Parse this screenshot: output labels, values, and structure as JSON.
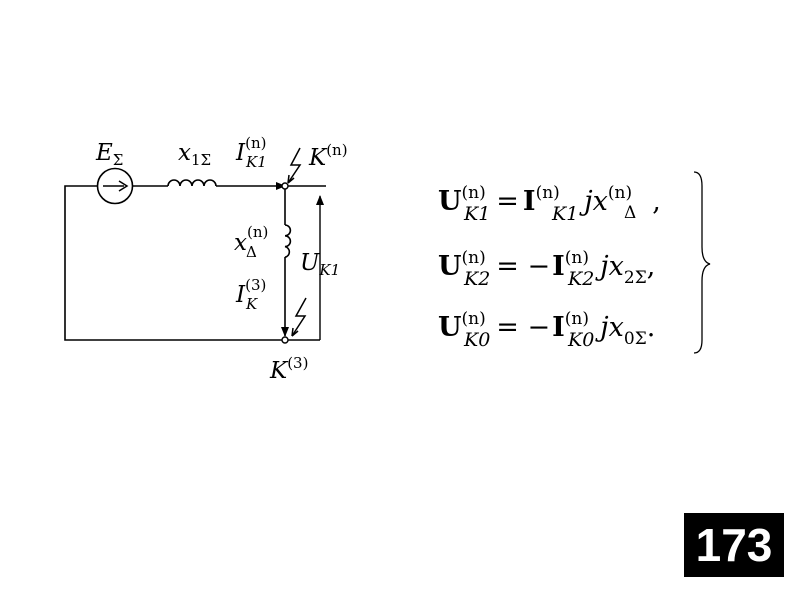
{
  "circuit": {
    "source": {
      "main": "E",
      "sub": "Σ"
    },
    "inductance1": {
      "main": "x",
      "sub": "1Σ"
    },
    "current1": {
      "main": "I",
      "sup": "(n)",
      "sub": "K1"
    },
    "fault_top": {
      "main": "K",
      "sup": "(n)"
    },
    "inductance_delta": {
      "main": "x",
      "sup": "(n)",
      "sub": "Δ"
    },
    "voltage": {
      "main": "U",
      "sub": "K1"
    },
    "current3": {
      "main": "I",
      "sup": "(3)",
      "sub": "K"
    },
    "fault_bottom": {
      "main": "K",
      "sup": "(3)"
    }
  },
  "equations": [
    {
      "lhs": "U",
      "lhs_sup": "(n)",
      "lhs_sub": "K1",
      "op": "=",
      "rhs": "I",
      "rhs_sup": "(n)",
      "rhs_sub": "K1",
      "jx": "jx",
      "jx_sup": "(n)",
      "jx_sub": "Δ",
      "end": ","
    },
    {
      "lhs": "U",
      "lhs_sup": "(n)",
      "lhs_sub": "K2",
      "op": "= −",
      "rhs": "I",
      "rhs_sup": "(n)",
      "rhs_sub": "K2",
      "jx": "jx",
      "jx_sub": "2Σ",
      "end": ","
    },
    {
      "lhs": "U",
      "lhs_sup": "(n)",
      "lhs_sub": "K0",
      "op": "= −",
      "rhs": "I",
      "rhs_sup": "(n)",
      "rhs_sub": "K0",
      "jx": "jx",
      "jx_sub": "0Σ",
      "end": "."
    }
  ],
  "page_number": "173"
}
